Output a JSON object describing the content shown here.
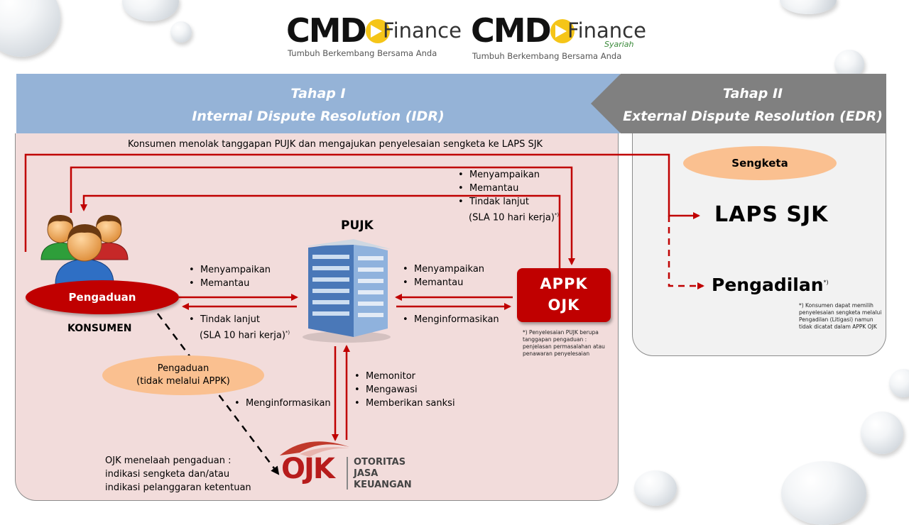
{
  "logos": [
    {
      "brand": "CMD",
      "product": "Finance",
      "tagline": "Tumbuh Berkembang Bersama Anda",
      "sub": ""
    },
    {
      "brand": "CMD",
      "product": "Finance",
      "tagline": "Tumbuh Berkembang Bersama Anda",
      "sub": "Syariah"
    }
  ],
  "stage1": {
    "line1": "Tahap I",
    "line2": "Internal Dispute Resolution (IDR)"
  },
  "stage2": {
    "line1": "Tahap II",
    "line2": "External Dispute Resolution (EDR)"
  },
  "reject_text": "Konsumen menolak tanggapan PUJK dan mengajukan penyelesaian sengketa ke LAPS SJK",
  "appk_top_bullets": [
    "Menyampaikan",
    "Memantau",
    "Tindak lanjut"
  ],
  "appk_top_sla": "(SLA 10 hari kerja)",
  "sup_mark": "*)",
  "pujk_label": "PUJK",
  "consumer": {
    "ellipse": "Pengaduan",
    "label": "KONSUMEN"
  },
  "cons_to_pujk_bullets": [
    "Menyampaikan",
    "Memantau"
  ],
  "pujk_to_cons_bullet": "Tindak lanjut",
  "pujk_to_cons_sla": "(SLA 10 hari kerja)",
  "appk_to_pujk_bullets": [
    "Menyampaikan",
    "Memantau"
  ],
  "pujk_to_appk_bullet": "Menginformasikan",
  "appk": {
    "line1": "APPK",
    "line2": "OJK"
  },
  "appk_note": [
    "*) Penyelesaian PUJK berupa",
    "tanggapan pengaduan :",
    "penjelasan permasalahan atau",
    "penawaran penyelesaian"
  ],
  "sengketa": "Sengketa",
  "laps": "LAPS SJK",
  "pengadilan": "Pengadilan",
  "court_note": [
    "*) Konsumen dapat memilih",
    "penyelesaian sengketa melalui",
    "Pengadilan (Litigasi) namun",
    "tidak dicatat dalam APPK OJK"
  ],
  "direct": {
    "line1": "Pengaduan",
    "line2": "(tidak melalui APPK)"
  },
  "direct_bullet": "Menginformasikan",
  "ojk_bullets": [
    "Memonitor",
    "Mengawasi",
    "Memberikan sanksi"
  ],
  "ojk_review": [
    "OJK menelaah pengaduan :",
    "indikasi sengketa dan/atau",
    "indikasi pelanggaran ketentuan"
  ],
  "ojk_logo": {
    "mark": "OJK",
    "line1": "OTORITAS",
    "line2": "JASA",
    "line3": "KEUANGAN"
  },
  "colors": {
    "arrow": "#c00000",
    "stage1": "#95b3d7",
    "stage2": "#808080",
    "panel1": "#f2dcdb",
    "panel2": "#f2f2f2",
    "pill": "#fac090"
  }
}
